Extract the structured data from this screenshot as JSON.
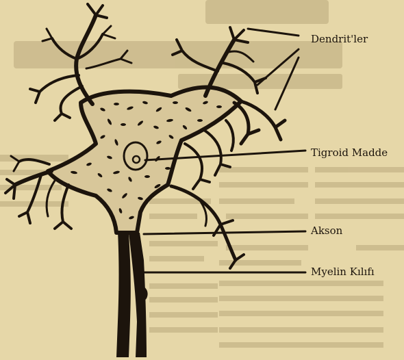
{
  "figure": {
    "labels": {
      "dendrites": "Dendrit'ler",
      "tigroid": "Tigroid Madde",
      "axon": "Akson",
      "myelin": "Myelin Kılıfı"
    },
    "colors": {
      "paper": "#e6d7a8",
      "ink": "#1c140c",
      "cytoplasm": "#d8c79a",
      "background_text": "#b8a77a"
    }
  }
}
